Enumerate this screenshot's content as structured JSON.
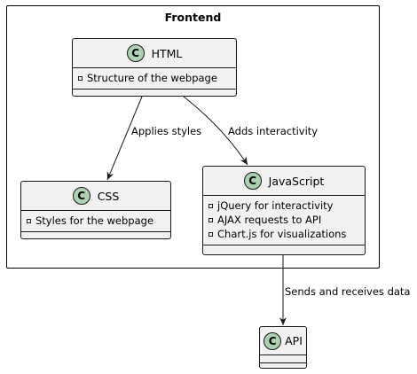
{
  "package": {
    "title": "Frontend"
  },
  "classes": {
    "html": {
      "icon": "C",
      "name": "HTML",
      "attributes": [
        "Structure of the webpage"
      ]
    },
    "css": {
      "icon": "C",
      "name": "CSS",
      "attributes": [
        "Styles for the webpage"
      ]
    },
    "javascript": {
      "icon": "C",
      "name": "JavaScript",
      "attributes": [
        "jQuery for interactivity",
        "AJAX requests to API",
        "Chart.js for visualizations"
      ]
    },
    "api": {
      "icon": "C",
      "name": "API",
      "attributes": []
    }
  },
  "edges": {
    "html_css": {
      "label": "Applies styles"
    },
    "html_js": {
      "label": "Adds interactivity"
    },
    "js_api": {
      "label": "Sends and receives data"
    }
  },
  "colors": {
    "class_fill": "#f1f1f1",
    "icon_fill": "#add1b2",
    "line": "#181818"
  }
}
